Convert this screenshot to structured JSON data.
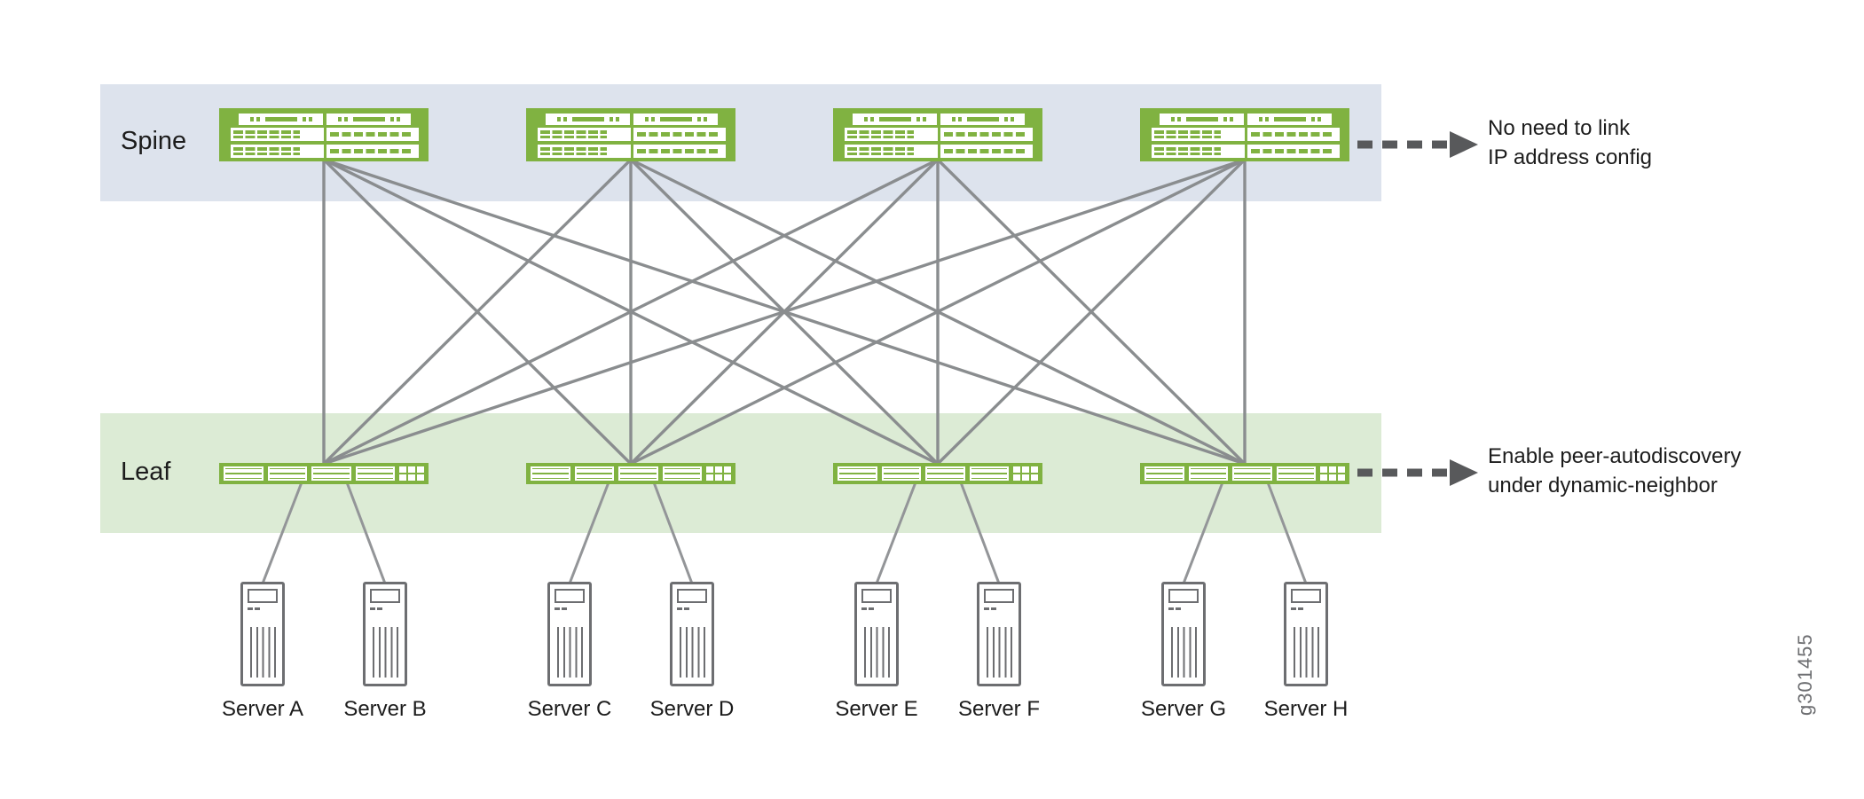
{
  "layers": {
    "spine": {
      "label": "Spine",
      "device_count": 4,
      "device_type": "spine-switch",
      "annotation": {
        "line1": "No need to link",
        "line2": "IP address config"
      }
    },
    "leaf": {
      "label": "Leaf",
      "device_count": 4,
      "device_type": "leaf-switch",
      "annotation": {
        "line1": "Enable peer-autodiscovery",
        "line2": "under dynamic-neighbor"
      }
    }
  },
  "servers": [
    {
      "label": "Server A"
    },
    {
      "label": "Server B"
    },
    {
      "label": "Server C"
    },
    {
      "label": "Server D"
    },
    {
      "label": "Server E"
    },
    {
      "label": "Server F"
    },
    {
      "label": "Server G"
    },
    {
      "label": "Server H"
    }
  ],
  "topology": {
    "spine_leaf_links": "full-mesh",
    "spine_count": 4,
    "leaf_count": 4,
    "servers_per_leaf": 2
  },
  "figure_id": "g301455",
  "colors": {
    "device_green": "#80b241",
    "spine_band": "#dde3ed",
    "leaf_band": "#dcebd5",
    "link_gray": "#8a8d8f",
    "server_gray": "#6d6e71",
    "arrow_dark_gray": "#58595b"
  }
}
